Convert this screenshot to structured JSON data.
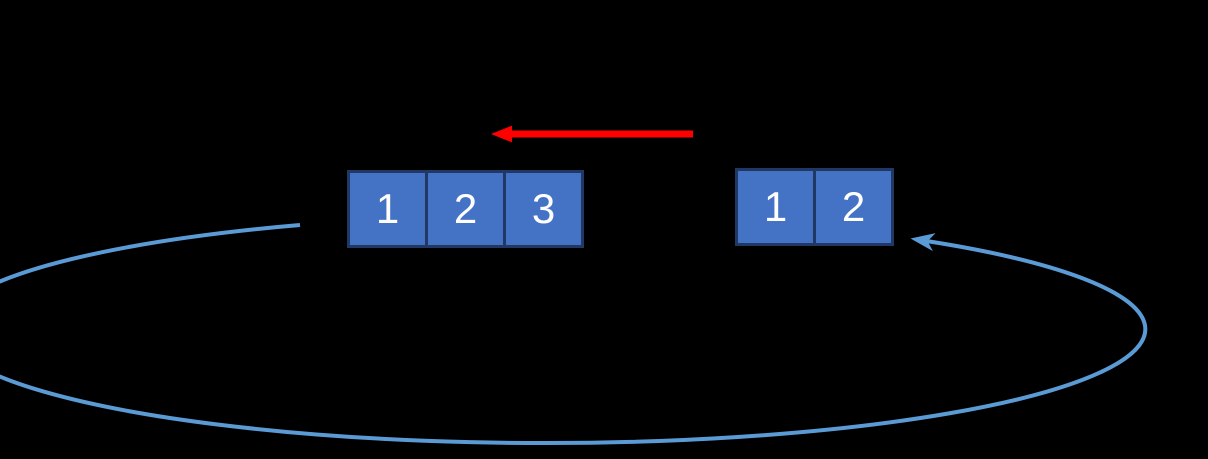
{
  "diagram": {
    "title": "array-shift-diagram",
    "left_array": {
      "cells": [
        "1",
        "2",
        "3"
      ]
    },
    "right_array": {
      "cells": [
        "1",
        "2"
      ]
    },
    "arrows": {
      "shift_arrow": {
        "icon": "left-arrow-icon",
        "direction": "left"
      },
      "loop_arrow": {
        "icon": "elliptical-loop-arrow-icon",
        "direction": "counterclockwise-to-right-array"
      }
    },
    "colors": {
      "background": "#000000",
      "box_fill": "#4472C4",
      "box_border": "#1F3864",
      "box_text": "#FFFFFF",
      "red_arrow": "#FF0000",
      "loop_arrow": "#5B9BD5"
    }
  }
}
